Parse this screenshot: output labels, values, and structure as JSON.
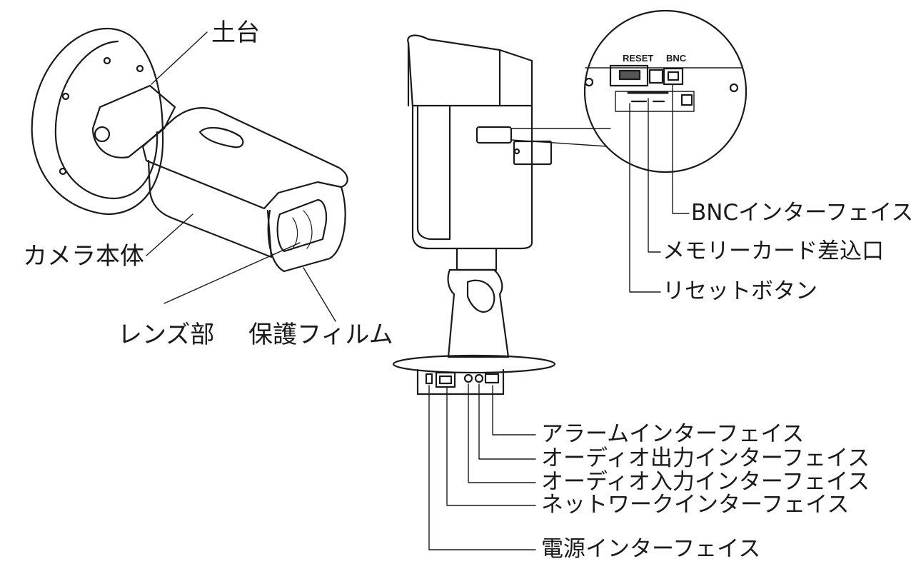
{
  "labels": {
    "mount": "土台",
    "camera_body": "カメラ本体",
    "lens": "レンズ部",
    "film": "保護フィルム",
    "bnc_interface": "BNCインターフェイス",
    "memory_card_slot": "メモリーカード差込口",
    "reset_button": "リセットボタン",
    "alarm_interface": "アラームインターフェイス",
    "audio_out_interface": "オーディオ出力インターフェイス",
    "audio_in_interface": "オーディオ入力インターフェイス",
    "network_interface": "ネットワークインターフェイス",
    "power_interface": "電源インターフェイス"
  },
  "detail_text": {
    "reset": "RESET",
    "bnc": "BNC"
  },
  "colors": {
    "line": "#1a1a1a",
    "background": "#ffffff"
  }
}
